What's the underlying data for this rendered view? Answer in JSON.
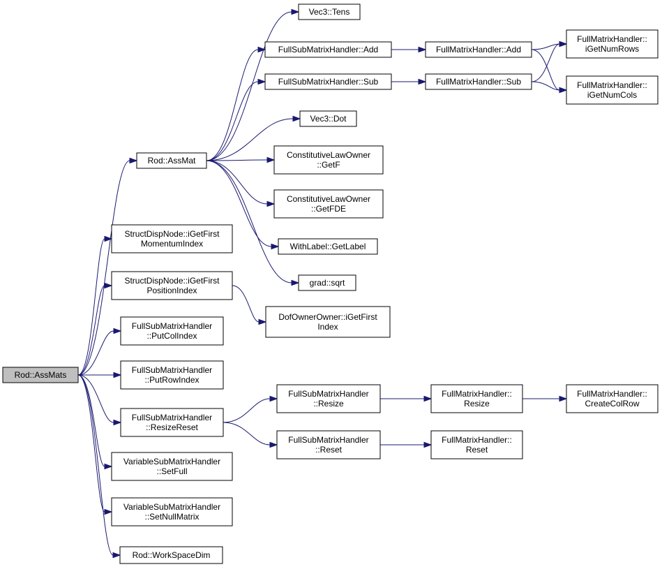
{
  "nodes": [
    {
      "id": "rod_assmats",
      "lines": [
        "Rod::AssMats"
      ],
      "root": true
    },
    {
      "id": "rod_assmat",
      "lines": [
        "Rod::AssMat"
      ]
    },
    {
      "id": "vec3_tens",
      "lines": [
        "Vec3::Tens"
      ]
    },
    {
      "id": "fsmh_add",
      "lines": [
        "FullSubMatrixHandler::Add"
      ]
    },
    {
      "id": "fmh_add",
      "lines": [
        "FullMatrixHandler::Add"
      ]
    },
    {
      "id": "fmh_igetnumrows",
      "lines": [
        "FullMatrixHandler::",
        "iGetNumRows"
      ]
    },
    {
      "id": "fmh_igetnumcols",
      "lines": [
        "FullMatrixHandler::",
        "iGetNumCols"
      ]
    },
    {
      "id": "fsmh_sub",
      "lines": [
        "FullSubMatrixHandler::Sub"
      ]
    },
    {
      "id": "fmh_sub",
      "lines": [
        "FullMatrixHandler::Sub"
      ]
    },
    {
      "id": "vec3_dot",
      "lines": [
        "Vec3::Dot"
      ]
    },
    {
      "id": "clo_getf",
      "lines": [
        "ConstitutiveLawOwner",
        "::GetF"
      ]
    },
    {
      "id": "clo_getfde",
      "lines": [
        "ConstitutiveLawOwner",
        "::GetFDE"
      ]
    },
    {
      "id": "withlabel_getlabel",
      "lines": [
        "WithLabel::GetLabel"
      ]
    },
    {
      "id": "grad_sqrt",
      "lines": [
        "grad::sqrt"
      ]
    },
    {
      "id": "sdn_momentum",
      "lines": [
        "StructDispNode::iGetFirst",
        "MomentumIndex"
      ]
    },
    {
      "id": "sdn_position",
      "lines": [
        "StructDispNode::iGetFirst",
        "PositionIndex"
      ]
    },
    {
      "id": "doo_igetfirstindex",
      "lines": [
        "DofOwnerOwner::iGetFirst",
        "Index"
      ]
    },
    {
      "id": "fsmh_putcolindex",
      "lines": [
        "FullSubMatrixHandler",
        "::PutColIndex"
      ]
    },
    {
      "id": "fsmh_putrowindex",
      "lines": [
        "FullSubMatrixHandler",
        "::PutRowIndex"
      ]
    },
    {
      "id": "fsmh_resizereset",
      "lines": [
        "FullSubMatrixHandler",
        "::ResizeReset"
      ]
    },
    {
      "id": "fsmh_resize",
      "lines": [
        "FullSubMatrixHandler",
        "::Resize"
      ]
    },
    {
      "id": "fmh_resize",
      "lines": [
        "FullMatrixHandler::",
        "Resize"
      ]
    },
    {
      "id": "fmh_createcolrow",
      "lines": [
        "FullMatrixHandler::",
        "CreateColRow"
      ]
    },
    {
      "id": "fsmh_reset",
      "lines": [
        "FullSubMatrixHandler",
        "::Reset"
      ]
    },
    {
      "id": "fmh_reset",
      "lines": [
        "FullMatrixHandler::",
        "Reset"
      ]
    },
    {
      "id": "vsmh_setfull",
      "lines": [
        "VariableSubMatrixHandler",
        "::SetFull"
      ]
    },
    {
      "id": "vsmh_setnullmatrix",
      "lines": [
        "VariableSubMatrixHandler",
        "::SetNullMatrix"
      ]
    },
    {
      "id": "rod_workspacedim",
      "lines": [
        "Rod::WorkSpaceDim"
      ]
    }
  ],
  "edges": [
    {
      "from": "rod_assmats",
      "to": "rod_assmat"
    },
    {
      "from": "rod_assmats",
      "to": "sdn_momentum"
    },
    {
      "from": "rod_assmats",
      "to": "sdn_position"
    },
    {
      "from": "rod_assmats",
      "to": "fsmh_putcolindex"
    },
    {
      "from": "rod_assmats",
      "to": "fsmh_putrowindex"
    },
    {
      "from": "rod_assmats",
      "to": "fsmh_resizereset"
    },
    {
      "from": "rod_assmats",
      "to": "vsmh_setfull"
    },
    {
      "from": "rod_assmats",
      "to": "vsmh_setnullmatrix"
    },
    {
      "from": "rod_assmats",
      "to": "rod_workspacedim"
    },
    {
      "from": "rod_assmat",
      "to": "vec3_tens"
    },
    {
      "from": "rod_assmat",
      "to": "fsmh_add"
    },
    {
      "from": "rod_assmat",
      "to": "fsmh_sub"
    },
    {
      "from": "rod_assmat",
      "to": "vec3_dot"
    },
    {
      "from": "rod_assmat",
      "to": "clo_getf"
    },
    {
      "from": "rod_assmat",
      "to": "clo_getfde"
    },
    {
      "from": "rod_assmat",
      "to": "withlabel_getlabel"
    },
    {
      "from": "rod_assmat",
      "to": "grad_sqrt"
    },
    {
      "from": "fsmh_add",
      "to": "fmh_add"
    },
    {
      "from": "fsmh_sub",
      "to": "fmh_sub"
    },
    {
      "from": "fmh_add",
      "to": "fmh_igetnumrows"
    },
    {
      "from": "fmh_add",
      "to": "fmh_igetnumcols"
    },
    {
      "from": "fmh_sub",
      "to": "fmh_igetnumrows"
    },
    {
      "from": "fmh_sub",
      "to": "fmh_igetnumcols"
    },
    {
      "from": "sdn_position",
      "to": "doo_igetfirstindex"
    },
    {
      "from": "fsmh_resizereset",
      "to": "fsmh_resize"
    },
    {
      "from": "fsmh_resizereset",
      "to": "fsmh_reset"
    },
    {
      "from": "fsmh_resize",
      "to": "fmh_resize"
    },
    {
      "from": "fmh_resize",
      "to": "fmh_createcolrow"
    },
    {
      "from": "fsmh_reset",
      "to": "fmh_reset"
    }
  ]
}
